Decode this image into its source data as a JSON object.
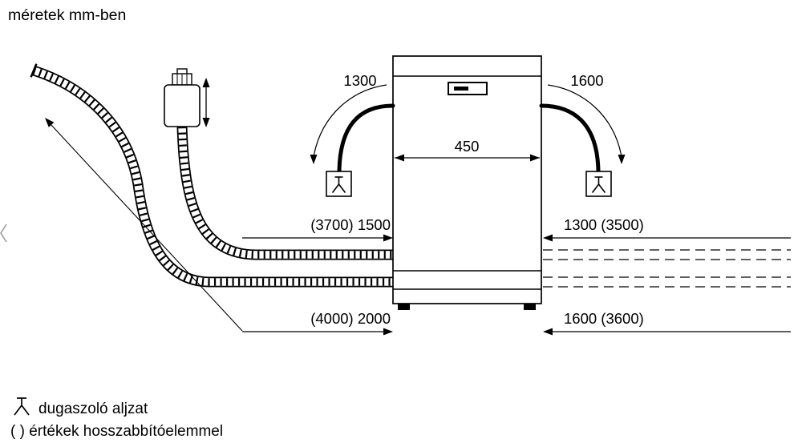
{
  "title": "méretek mm-ben",
  "dimensions": {
    "cord_left": "1300",
    "cord_right": "1600",
    "appliance_width": "450",
    "supply_hose_left": "(3700) 1500",
    "supply_hose_right": "1300 (3500)",
    "drain_hose_left": "(4000) 2000",
    "drain_hose_right": "1600 (3600)"
  },
  "legend": {
    "socket_icon": "plug-socket-icon",
    "socket_label": "dugaszoló aljzat",
    "extension_note": "( ) értékek hosszabbítóelemmel"
  },
  "colors": {
    "line": "#000000",
    "background": "#ffffff",
    "chevron": "#9a9a9a"
  }
}
